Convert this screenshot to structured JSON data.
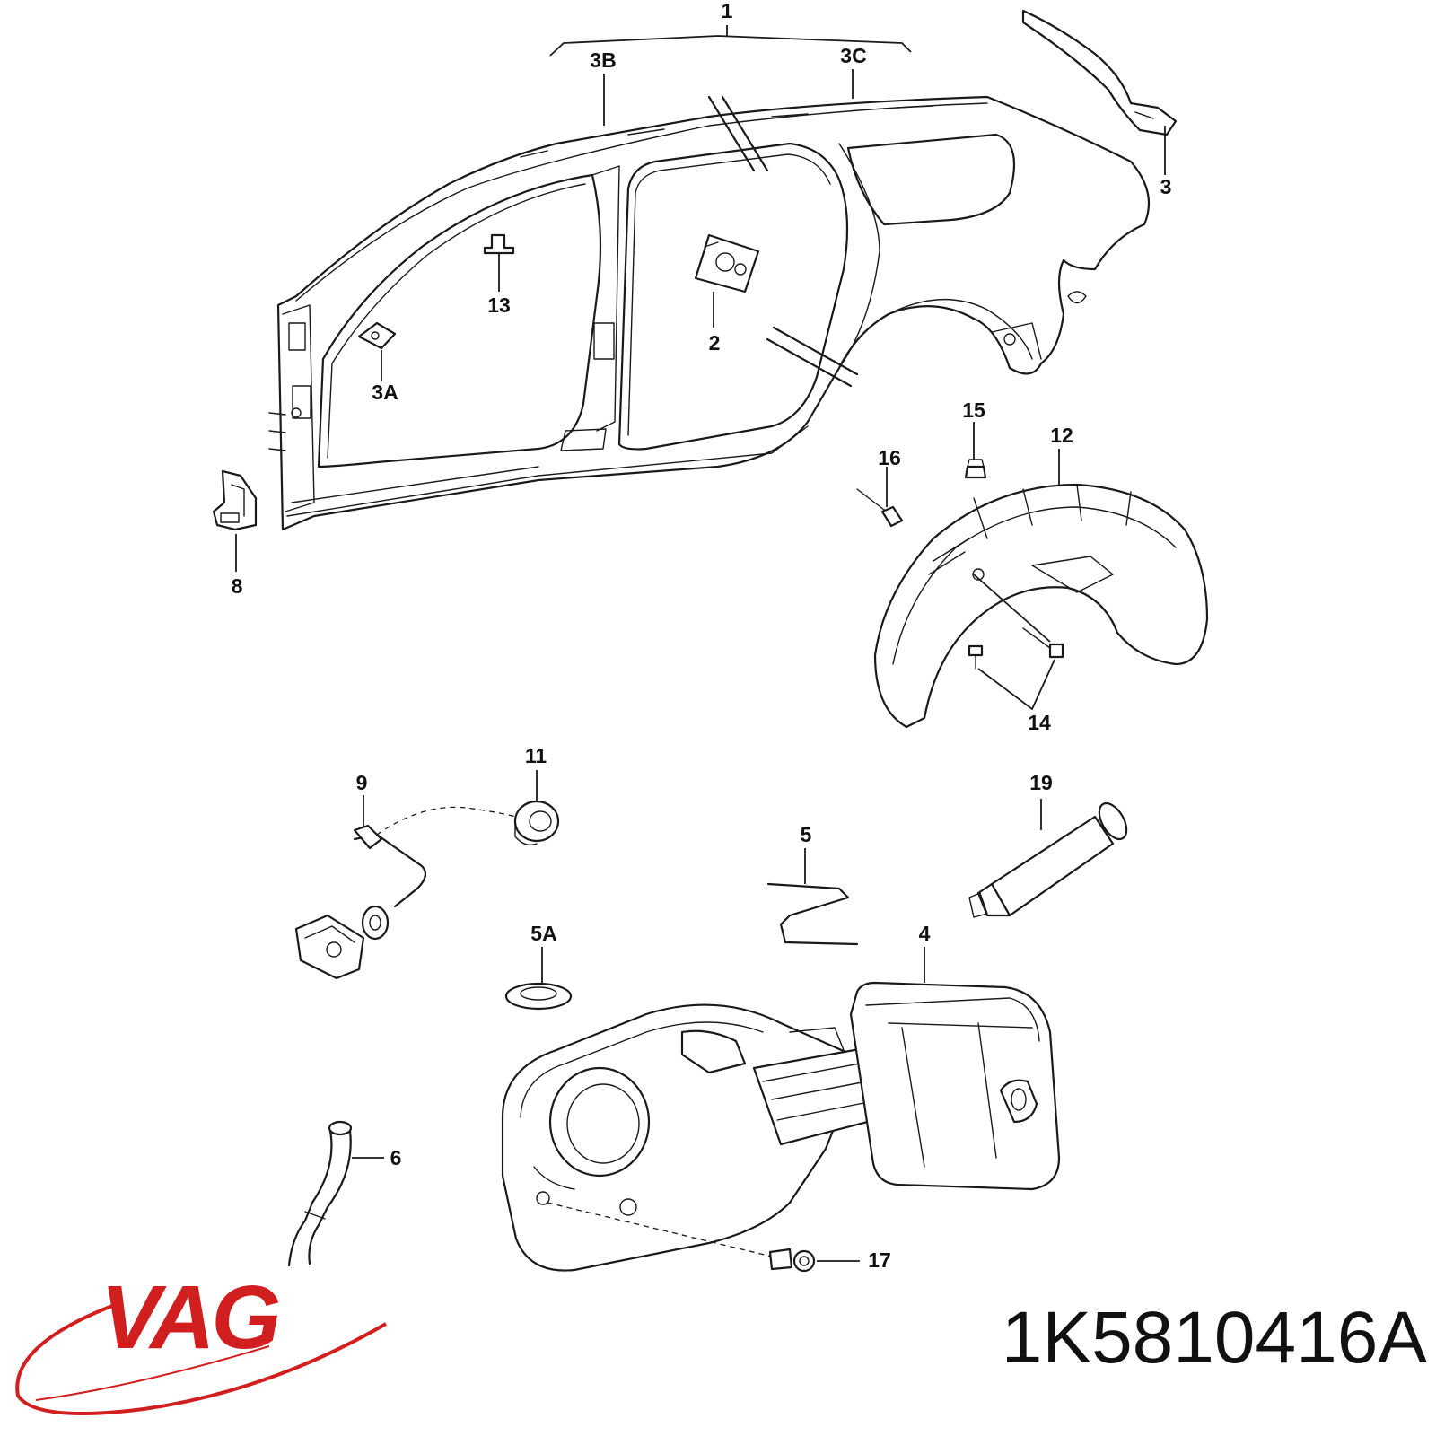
{
  "callouts": [
    {
      "id": "label-1",
      "text": "1"
    },
    {
      "id": "label-2",
      "text": "2"
    },
    {
      "id": "label-3",
      "text": "3"
    },
    {
      "id": "label-3A",
      "text": "3A"
    },
    {
      "id": "label-3B",
      "text": "3B"
    },
    {
      "id": "label-3C",
      "text": "3C"
    },
    {
      "id": "label-4",
      "text": "4"
    },
    {
      "id": "label-5",
      "text": "5"
    },
    {
      "id": "label-5A",
      "text": "5A"
    },
    {
      "id": "label-6",
      "text": "6"
    },
    {
      "id": "label-8",
      "text": "8"
    },
    {
      "id": "label-9",
      "text": "9"
    },
    {
      "id": "label-11",
      "text": "11"
    },
    {
      "id": "label-12",
      "text": "12"
    },
    {
      "id": "label-13",
      "text": "13"
    },
    {
      "id": "label-14",
      "text": "14"
    },
    {
      "id": "label-15",
      "text": "15"
    },
    {
      "id": "label-16",
      "text": "16"
    },
    {
      "id": "label-17",
      "text": "17"
    },
    {
      "id": "label-19",
      "text": "19"
    }
  ],
  "brand": {
    "logo_text": "VAG",
    "color": "#d11f1f"
  },
  "part_number": "1K5810416A"
}
